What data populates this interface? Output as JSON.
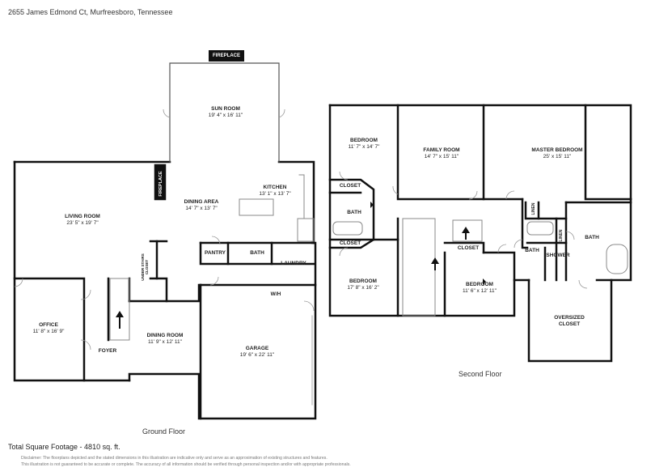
{
  "header": {
    "address": "2655 James Edmond Ct, Murfreesboro, Tennessee"
  },
  "ground_floor": {
    "title": "Ground Floor",
    "rooms": [
      {
        "id": "sun-room",
        "name": "SUN ROOM",
        "dims": "19' 4\" x 16' 11\""
      },
      {
        "id": "living-room",
        "name": "LIVING ROOM",
        "dims": "23' 5\" x 19' 7\""
      },
      {
        "id": "dining-area",
        "name": "DINING AREA",
        "dims": "14' 7\" x 13' 7\""
      },
      {
        "id": "kitchen",
        "name": "KITCHEN",
        "dims": "13' 1\" x 13' 7\""
      },
      {
        "id": "office",
        "name": "OFFICE",
        "dims": "11' 8\" x 16' 9\""
      },
      {
        "id": "dining-room",
        "name": "DINING ROOM",
        "dims": "11' 9\" x 12' 11\""
      },
      {
        "id": "garage",
        "name": "GARAGE",
        "dims": "19' 6\" x 22' 11\""
      }
    ],
    "labels": {
      "fireplace_top": "FIREPLACE",
      "fireplace_side": "FIREPLACE",
      "pantry": "PANTRY",
      "bath": "BATH",
      "laundry": "LAUNDRY",
      "wh": "W/H",
      "foyer": "FOYER",
      "under_stairs_closet": "UNDER STAIRS CLOSET"
    }
  },
  "second_floor": {
    "title": "Second Floor",
    "rooms": [
      {
        "id": "bedroom-1",
        "name": "BEDROOM",
        "dims": "11' 7\" x 14' 7\""
      },
      {
        "id": "family-room",
        "name": "FAMILY ROOM",
        "dims": "14' 7\" x 15' 11\""
      },
      {
        "id": "master-bedroom",
        "name": "MASTER BEDROOM",
        "dims": "25' x 15' 11\""
      },
      {
        "id": "bedroom-2",
        "name": "BEDROOM",
        "dims": "17' 8\" x 16' 2\""
      },
      {
        "id": "bedroom-3",
        "name": "BEDROOM",
        "dims": "11' 6\" x 12' 11\""
      },
      {
        "id": "oversized-closet",
        "name": "OVERSIZED CLOSET",
        "dims": ""
      }
    ],
    "labels": {
      "closet_1": "CLOSET",
      "closet_2": "CLOSET",
      "closet_3": "CLOSET",
      "bath_1": "BATH",
      "bath_2": "BATH",
      "bath_master": "BATH",
      "linen_1": "LINEN",
      "linen_2": "LINEN",
      "shower": "SHOWER"
    }
  },
  "footer": {
    "total": "Total Square Footage - 4810 sq. ft.",
    "disclaimer_1": "Disclaimer: The floorplans depicted and the stated dimensions in this illustration are indicative only and serve as an approximation of existing structures and features.",
    "disclaimer_2": "This illustration is not guaranteed to be accurate or complete. The accuracy of all information should be verified through personal inspection and/or with appropriate professionals."
  }
}
